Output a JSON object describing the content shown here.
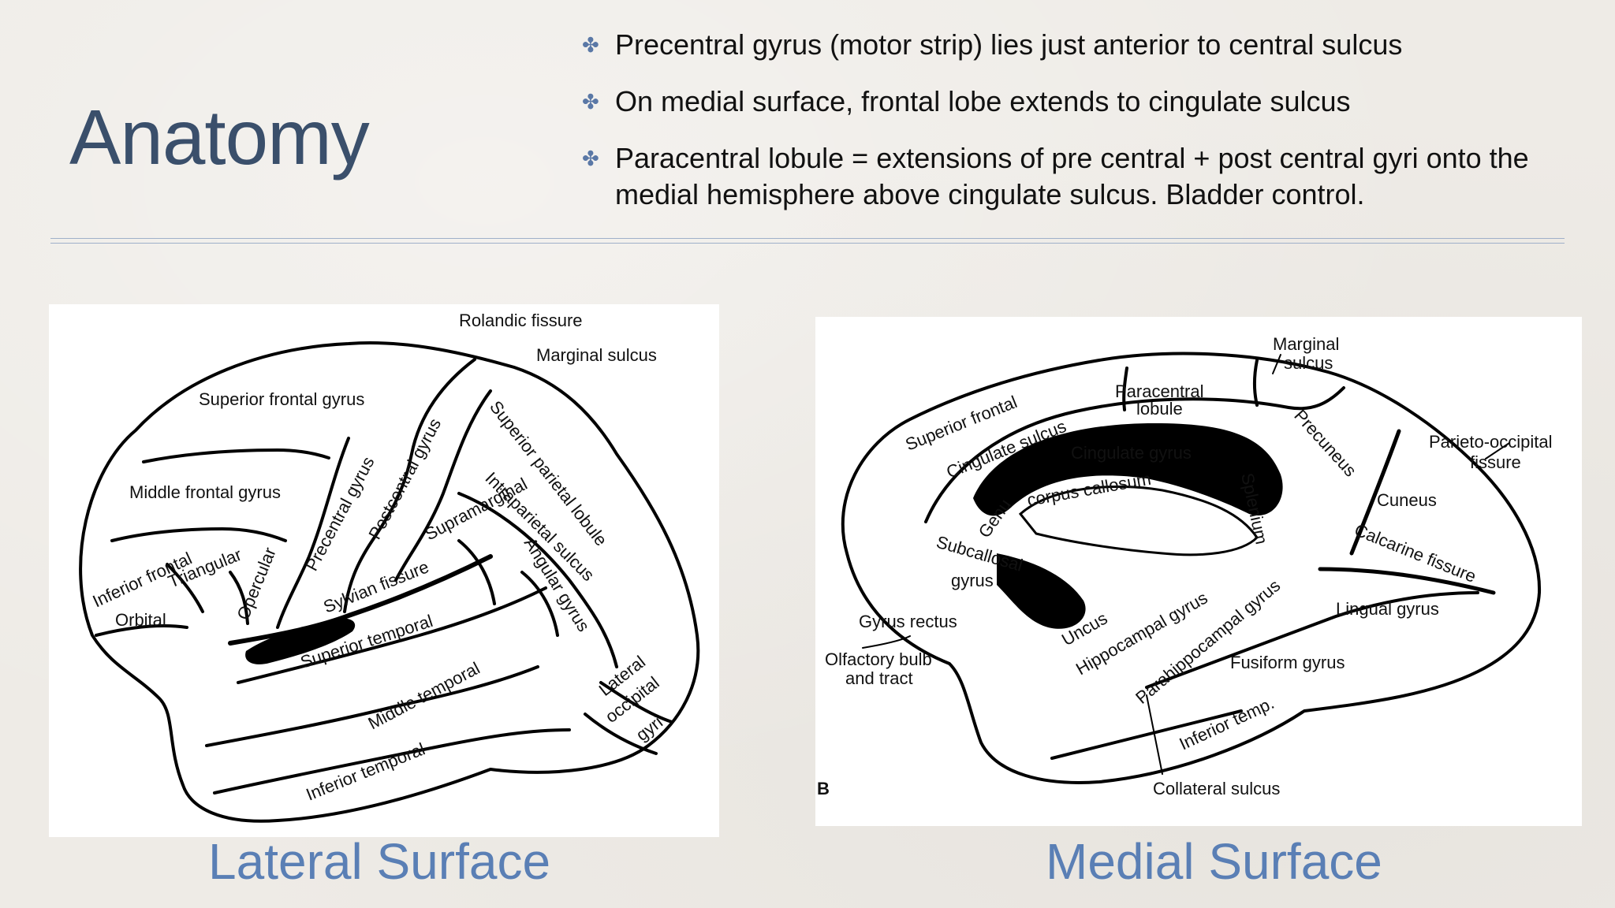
{
  "slide": {
    "title": "Anatomy",
    "bullet_mark": "✤",
    "bullets": [
      "Precentral gyrus (motor strip) lies just anterior to central sulcus",
      "On medial surface, frontal lobe extends to cingulate sulcus",
      "Paracentral lobule = extensions of pre central + post central gyri onto the medial hemisphere above cingulate sulcus. Bladder control."
    ],
    "accent_color": "#3a4f6b",
    "caption_color": "#5a7fb5"
  },
  "lateral": {
    "caption": "Lateral Surface",
    "labels": {
      "rolandic": "Rolandic fissure",
      "marginal": "Marginal sulcus",
      "sup_frontal": "Superior frontal gyrus",
      "mid_frontal": "Middle frontal gyrus",
      "inf_frontal": "Inferior frontal",
      "triangular": "Triangular",
      "opercular": "Opercular",
      "orbital": "Orbital",
      "precentral": "Precentral gyrus",
      "postcentral": "Postcentral gyrus",
      "sup_parietal": "Superior parietal lobule",
      "intraparietal": "Intraparietal sulcus",
      "supramarginal": "Supramarginal",
      "angular": "Angular gyrus",
      "sylvian": "Sylvian fissure",
      "sup_temporal": "Superior temporal",
      "mid_temporal": "Middle temporal",
      "inf_temporal": "Inferior temporal",
      "lateral_occipital_1": "Lateral",
      "lateral_occipital_2": "occipital",
      "lateral_occipital_3": "gyri"
    }
  },
  "medial": {
    "caption": "Medial Surface",
    "panel_letter": "B",
    "labels": {
      "marginal_1": "Marginal",
      "marginal_2": "sulcus",
      "paracentral_1": "Paracentral",
      "paracentral_2": "lobule",
      "sup_frontal": "Superior frontal",
      "cingulate_sulcus": "Cingulate sulcus",
      "cingulate_gyrus": "Cingulate gyrus",
      "precuneus": "Precuneus",
      "parieto_occ_1": "Parieto-occipital",
      "parieto_occ_2": "fissure",
      "cuneus": "Cuneus",
      "calcarine": "Calcarine fissure",
      "genu": "Genu",
      "corpus_callosum": "corpus callosum",
      "splenium": "Splenium",
      "subcallosal_1": "Subcallosal",
      "subcallosal_2": "gyrus",
      "gyrus_rectus": "Gyrus rectus",
      "olfactory_1": "Olfactory bulb",
      "olfactory_2": "and tract",
      "uncus": "Uncus",
      "hippocampal": "Hippocampal gyrus",
      "parahippocampal": "Parahippocampal gyrus",
      "lingual": "Lingual gyrus",
      "fusiform": "Fusiform gyrus",
      "inferior_temp": "Inferior temp.",
      "collateral": "Collateral sulcus"
    }
  }
}
